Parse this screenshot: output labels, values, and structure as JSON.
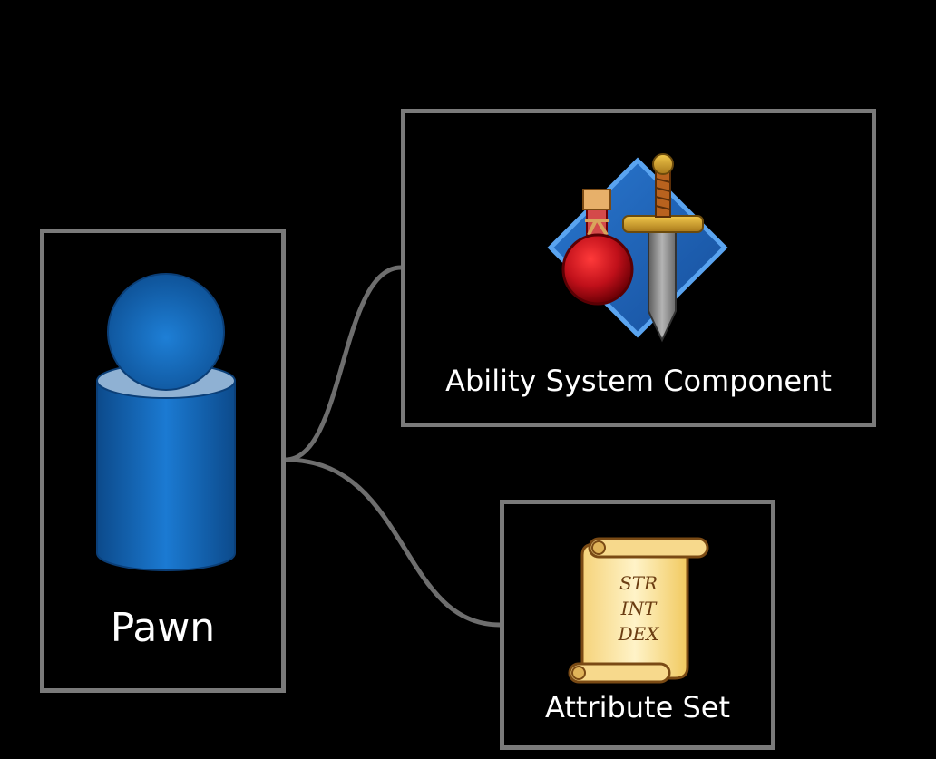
{
  "nodes": {
    "pawn": {
      "label": "Pawn"
    },
    "ability_system_component": {
      "label": "Ability System Component"
    },
    "attribute_set": {
      "label": "Attribute Set",
      "scroll_lines": [
        "STR",
        "INT",
        "DEX"
      ]
    }
  },
  "edges": [
    {
      "from": "Pawn",
      "to": "Ability System Component"
    },
    {
      "from": "Pawn",
      "to": "Attribute Set"
    }
  ],
  "icons": {
    "pawn": "pawn-figure-icon",
    "ability_system_component": "potion-and-sword-icon",
    "attribute_set": "scroll-icon"
  },
  "colors": {
    "background": "#000000",
    "box_border": "#7a7a7a",
    "connector": "#6e6e6e",
    "pawn_blue": "#1668b3",
    "diamond_blue": "#3b86d8",
    "potion_red": "#c0101a",
    "scroll_paper": "#fbe6a4"
  }
}
